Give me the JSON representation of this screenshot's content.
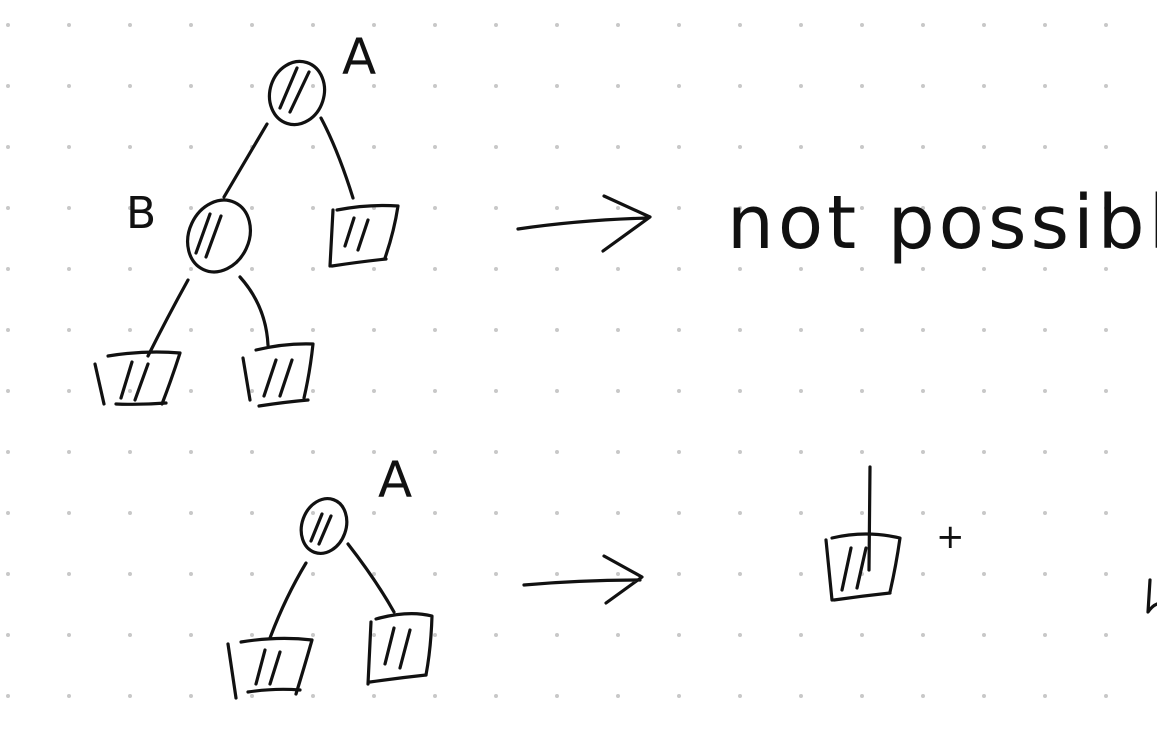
{
  "diagrams": {
    "top": {
      "root_label": "A",
      "child_label": "B",
      "result_text": "not possible"
    },
    "bottom": {
      "root_label": "A",
      "plus_sign": "+"
    }
  },
  "colors": {
    "ink": "#111111",
    "background": "#ffffff",
    "grid_dot": "#c8c8c8"
  }
}
